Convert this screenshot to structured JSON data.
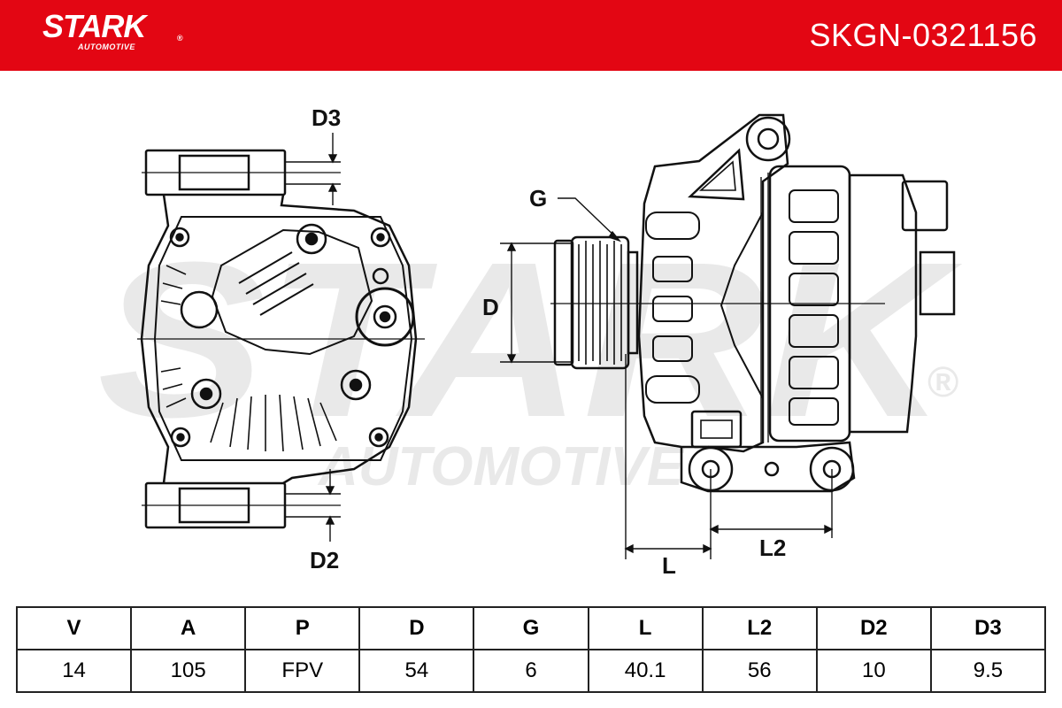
{
  "brand": {
    "name": "STARK",
    "sub": "AUTOMOTIVE",
    "reg": "®"
  },
  "part_number": "SKGN-0321156",
  "watermark": {
    "main": "STARK",
    "sub": "AUTOMOTIVE",
    "reg": "®"
  },
  "dimension_labels": {
    "d3": "D3",
    "d2": "D2",
    "d": "D",
    "g": "G",
    "l": "L",
    "l2": "L2"
  },
  "specs": {
    "headers": [
      "V",
      "A",
      "P",
      "D",
      "G",
      "L",
      "L2",
      "D2",
      "D3"
    ],
    "values": [
      "14",
      "105",
      "FPV",
      "54",
      "6",
      "40.1",
      "56",
      "10",
      "9.5"
    ]
  },
  "colors": {
    "brand_red": "#e30613",
    "line": "#111111",
    "watermark": "#e9e9e9"
  }
}
